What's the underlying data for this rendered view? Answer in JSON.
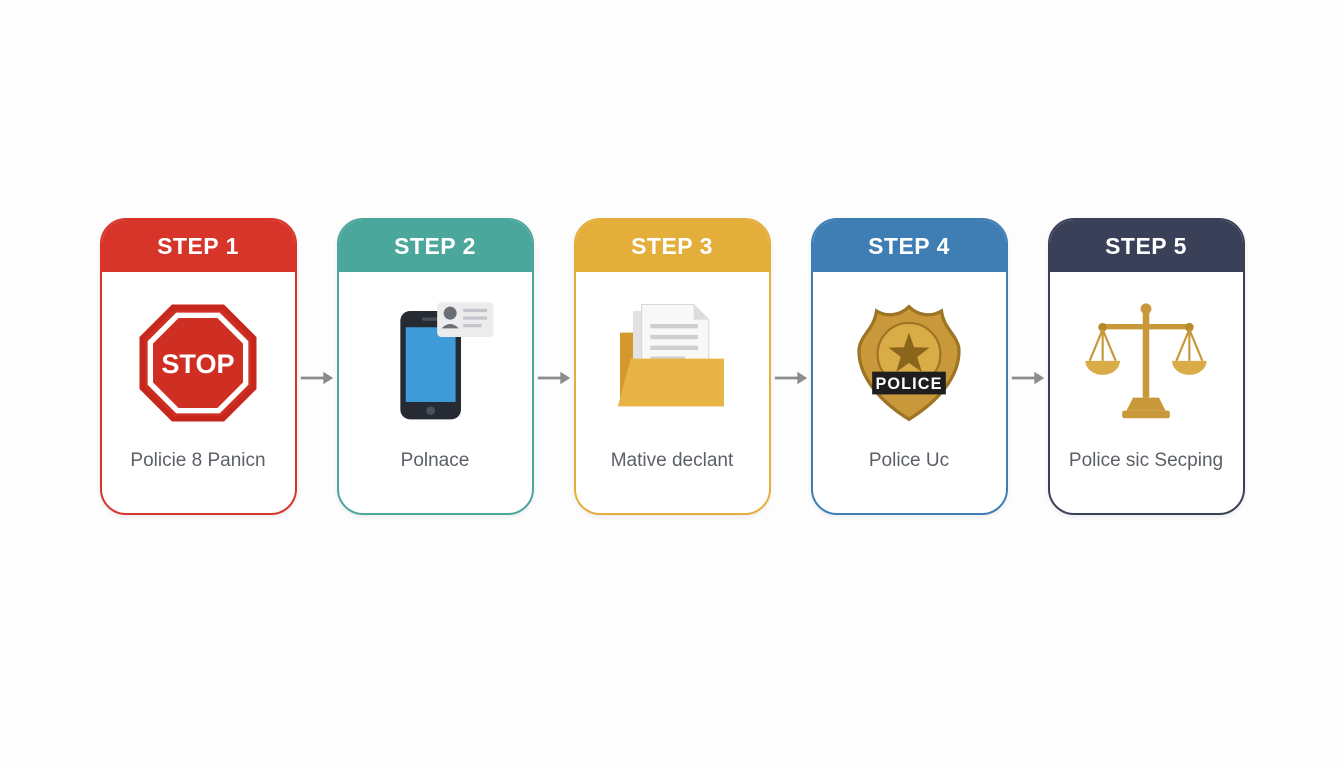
{
  "steps": [
    {
      "label": "STEP 1",
      "caption": "Policie 8 Panicn",
      "color": "#d7352a",
      "icon": "stop-sign-icon"
    },
    {
      "label": "STEP 2",
      "caption": "Polnace",
      "color": "#4ba79c",
      "icon": "smartphone-notification-icon"
    },
    {
      "label": "STEP 3",
      "caption": "Mative declant",
      "color": "#e4ae3b",
      "icon": "folder-documents-icon"
    },
    {
      "label": "STEP 4",
      "caption": "Police Uc",
      "color": "#3e7eb4",
      "icon": "police-badge-icon"
    },
    {
      "label": "STEP 5",
      "caption": "Police sic Secping",
      "color": "#3a4057",
      "icon": "scales-of-justice-icon"
    }
  ],
  "icon_text": {
    "stop_sign": "STOP",
    "police_badge": "POLICE"
  },
  "arrow_color": "#8c8c8c"
}
